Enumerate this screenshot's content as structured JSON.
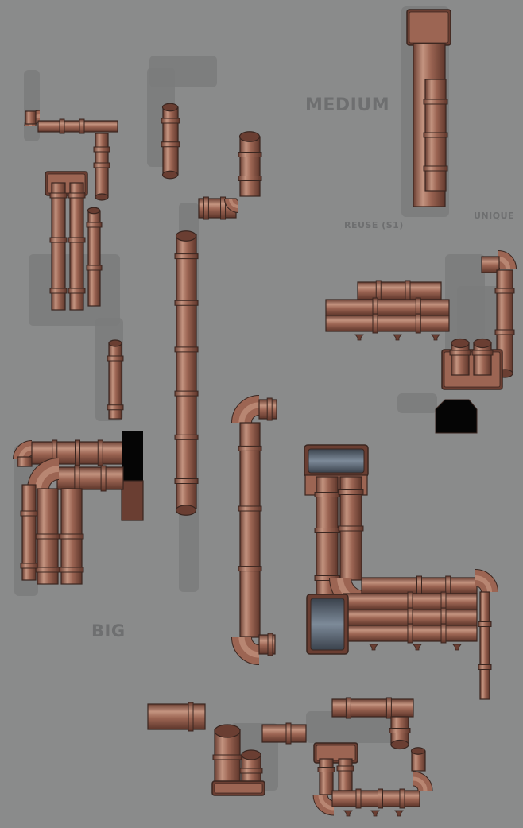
{
  "sheet": {
    "background": "#8a8b8b",
    "labels": {
      "medium": "MEDIUM",
      "reuse": "REUSE (S1)",
      "unique": "UNIQUE",
      "big": "BIG"
    },
    "colors": {
      "pipe_base": "#9c6553",
      "pipe_light": "#c49480",
      "pipe_dark": "#6a3e32",
      "outline": "#3a2620",
      "shadow": "#7a7b7b",
      "black_block": "#050505",
      "vent": "#54606e"
    }
  }
}
